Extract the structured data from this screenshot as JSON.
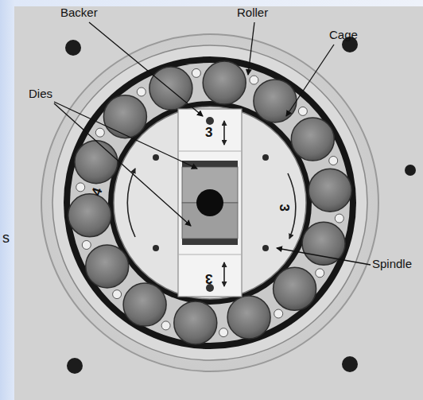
{
  "diagram": {
    "labels": [
      "Backer",
      "Roller",
      "Cage",
      "Dies",
      "Spindle",
      "3",
      "3",
      "3",
      "4",
      "s"
    ]
  }
}
